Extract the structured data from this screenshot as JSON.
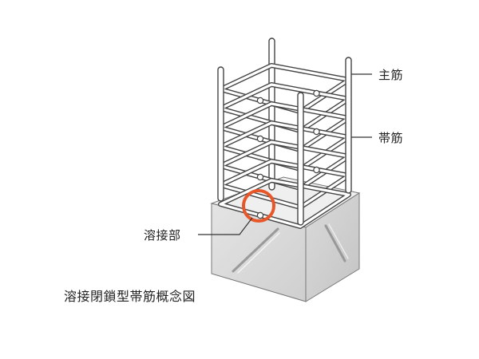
{
  "labels": {
    "main_bar": "主筋",
    "hoop": "帯筋",
    "weld": "溶接部"
  },
  "caption": "溶接閉鎖型帯筋概念図",
  "colors": {
    "concrete_top": "#ececec",
    "concrete_left": "#d9d9d9",
    "concrete_right": "#cfcfcf",
    "rebar_fill": "#ffffff",
    "rebar_stroke": "#444444",
    "highlight": "#e8572a"
  }
}
